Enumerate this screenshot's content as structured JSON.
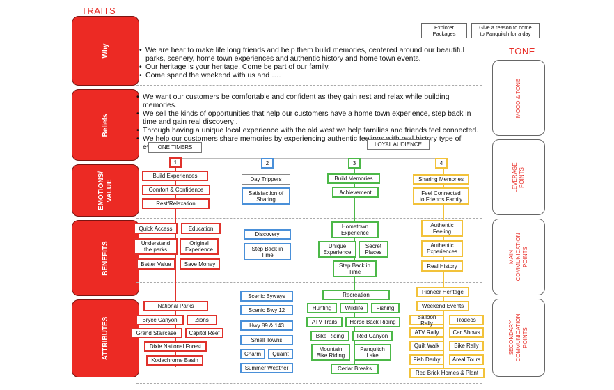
{
  "traits_heading": "TRAITS",
  "tone_heading": "TONE",
  "traits": [
    "Why",
    "Beliefs",
    "EMOTIONS/\nVALUE",
    "BENEFITS",
    "ATTRIBUTES"
  ],
  "tone": [
    "MOOD & TONE",
    "LEVERAGE\nPOINTS",
    "MAIN\nCOMMUNICATION\nPOINTS",
    "SECONDARY\nCOMMUNICATION\nPOINTS"
  ],
  "top_buttons": [
    "Explorer\nPackages",
    "Give a reason to come\nto Panquitch for a day"
  ],
  "why_bullets": [
    "We are hear to make life long friends and help them build memories, centered around our beautiful parks, scenery, home town experiences and authentic history and home town events.",
    "Our heritage is your heritage. Come be part of our family.",
    "Come spend the weekend with us and …."
  ],
  "belief_bullets": [
    "We want our customers be comfortable and confident as they gain rest and relax while building memories.",
    "We sell the kinds of opportunities that help our customers have a home town experience, step back in time and gain real discovery .",
    "Through having a unique local experience with the old west we help families and friends feel connected.",
    "We help our customers share memories by experiencing authentic feelings with real history type of events"
  ],
  "group_labels": {
    "one_timers": "ONE TIMERS",
    "loyal": "LOYAL AUDIENCE"
  },
  "col_numbers": [
    "1",
    "2",
    "3",
    "4"
  ],
  "col1": {
    "emotions": [
      "Build Experiences",
      "Comfort & Confidence",
      "Rest/Relaxation"
    ],
    "benefits": [
      "Quick Access",
      "Education",
      "Understand\nthe parks",
      "Original\nExperience",
      "Better Value",
      "Save Money"
    ],
    "attributes": [
      "National Parks",
      "Bryce Canyon",
      "Zions",
      "Grand Staircase",
      "Capitol Reef",
      "Dixie National Forest",
      "Kodachrome Basin"
    ]
  },
  "col2": {
    "emotions": [
      "Day Trippers",
      "Satisfaction of\nSharing"
    ],
    "benefits": [
      "Discovery",
      "Step Back in\nTime"
    ],
    "attributes": [
      "Scenic Byways",
      "Scenic Bwy 12",
      "Hwy 89 & 143",
      "Small Towns",
      "Charm",
      "Quaint",
      "Summer Weather"
    ]
  },
  "col3": {
    "emotions": [
      "Build Memories",
      "Achievement"
    ],
    "benefits": [
      "Hometown\nExperience",
      "Unique\nExperience",
      "Secret\nPlaces",
      "Step Back in\nTime"
    ],
    "attributes": [
      "Recreation",
      "Hunting",
      "Wildlife",
      "Fishing",
      "ATV Trails",
      "Horse Back Riding",
      "Bike Riding",
      "Red Canyon",
      "Mountain\nBike Riding",
      "Panquitch\nLake",
      "Cedar Breaks"
    ]
  },
  "col4": {
    "emotions": [
      "Sharing Memories",
      "Feel Connected\nto Friends Family"
    ],
    "benefits": [
      "Authentic\nFeeling",
      "Authentic\nExperiences",
      "Real History"
    ],
    "attributes": [
      "Pioneer Heritage",
      "Weekend Events",
      "Balloon Rally",
      "Rodeos",
      "ATV Rally",
      "Car Shows",
      "Quilt Walk",
      "Bike Rally",
      "Fish Derby",
      "Areal Tours",
      "Red Brick Homes & Plant"
    ]
  },
  "colors": {
    "red": "#e0322c",
    "blue": "#4a90d9",
    "green": "#4cb848",
    "yellow": "#f2c23a"
  }
}
